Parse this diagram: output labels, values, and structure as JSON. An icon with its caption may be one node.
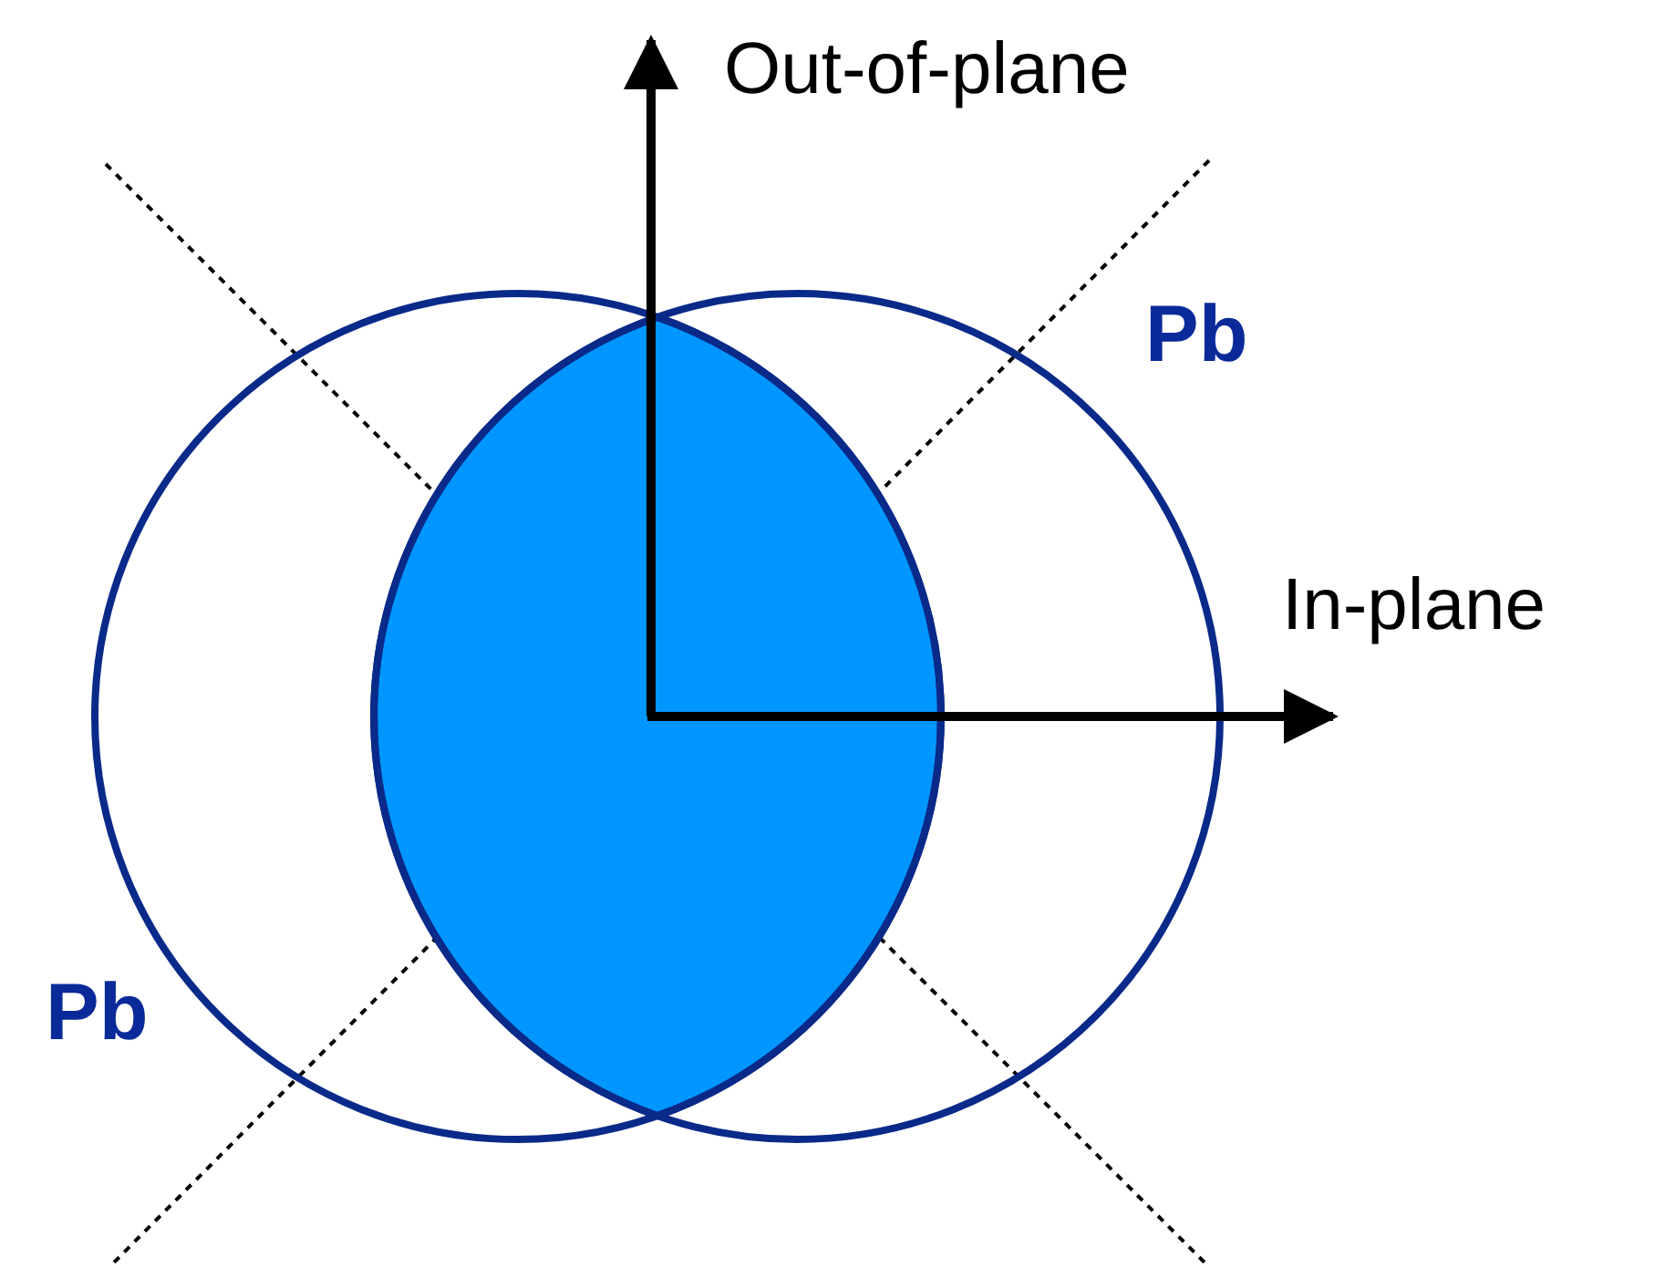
{
  "diagram": {
    "labels": [
      "Out-of-plane",
      "Pb",
      "In-plane",
      "Pb"
    ]
  }
}
